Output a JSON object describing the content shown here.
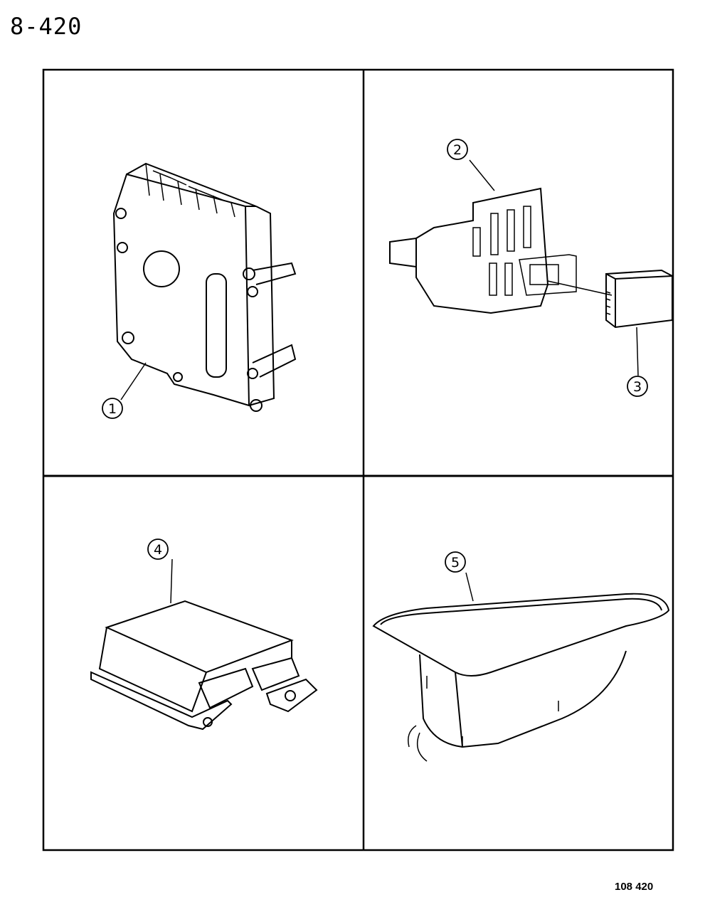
{
  "page_number": "8-420",
  "reference_code": "108 420",
  "callouts": [
    "1",
    "2",
    "3",
    "4",
    "5"
  ]
}
